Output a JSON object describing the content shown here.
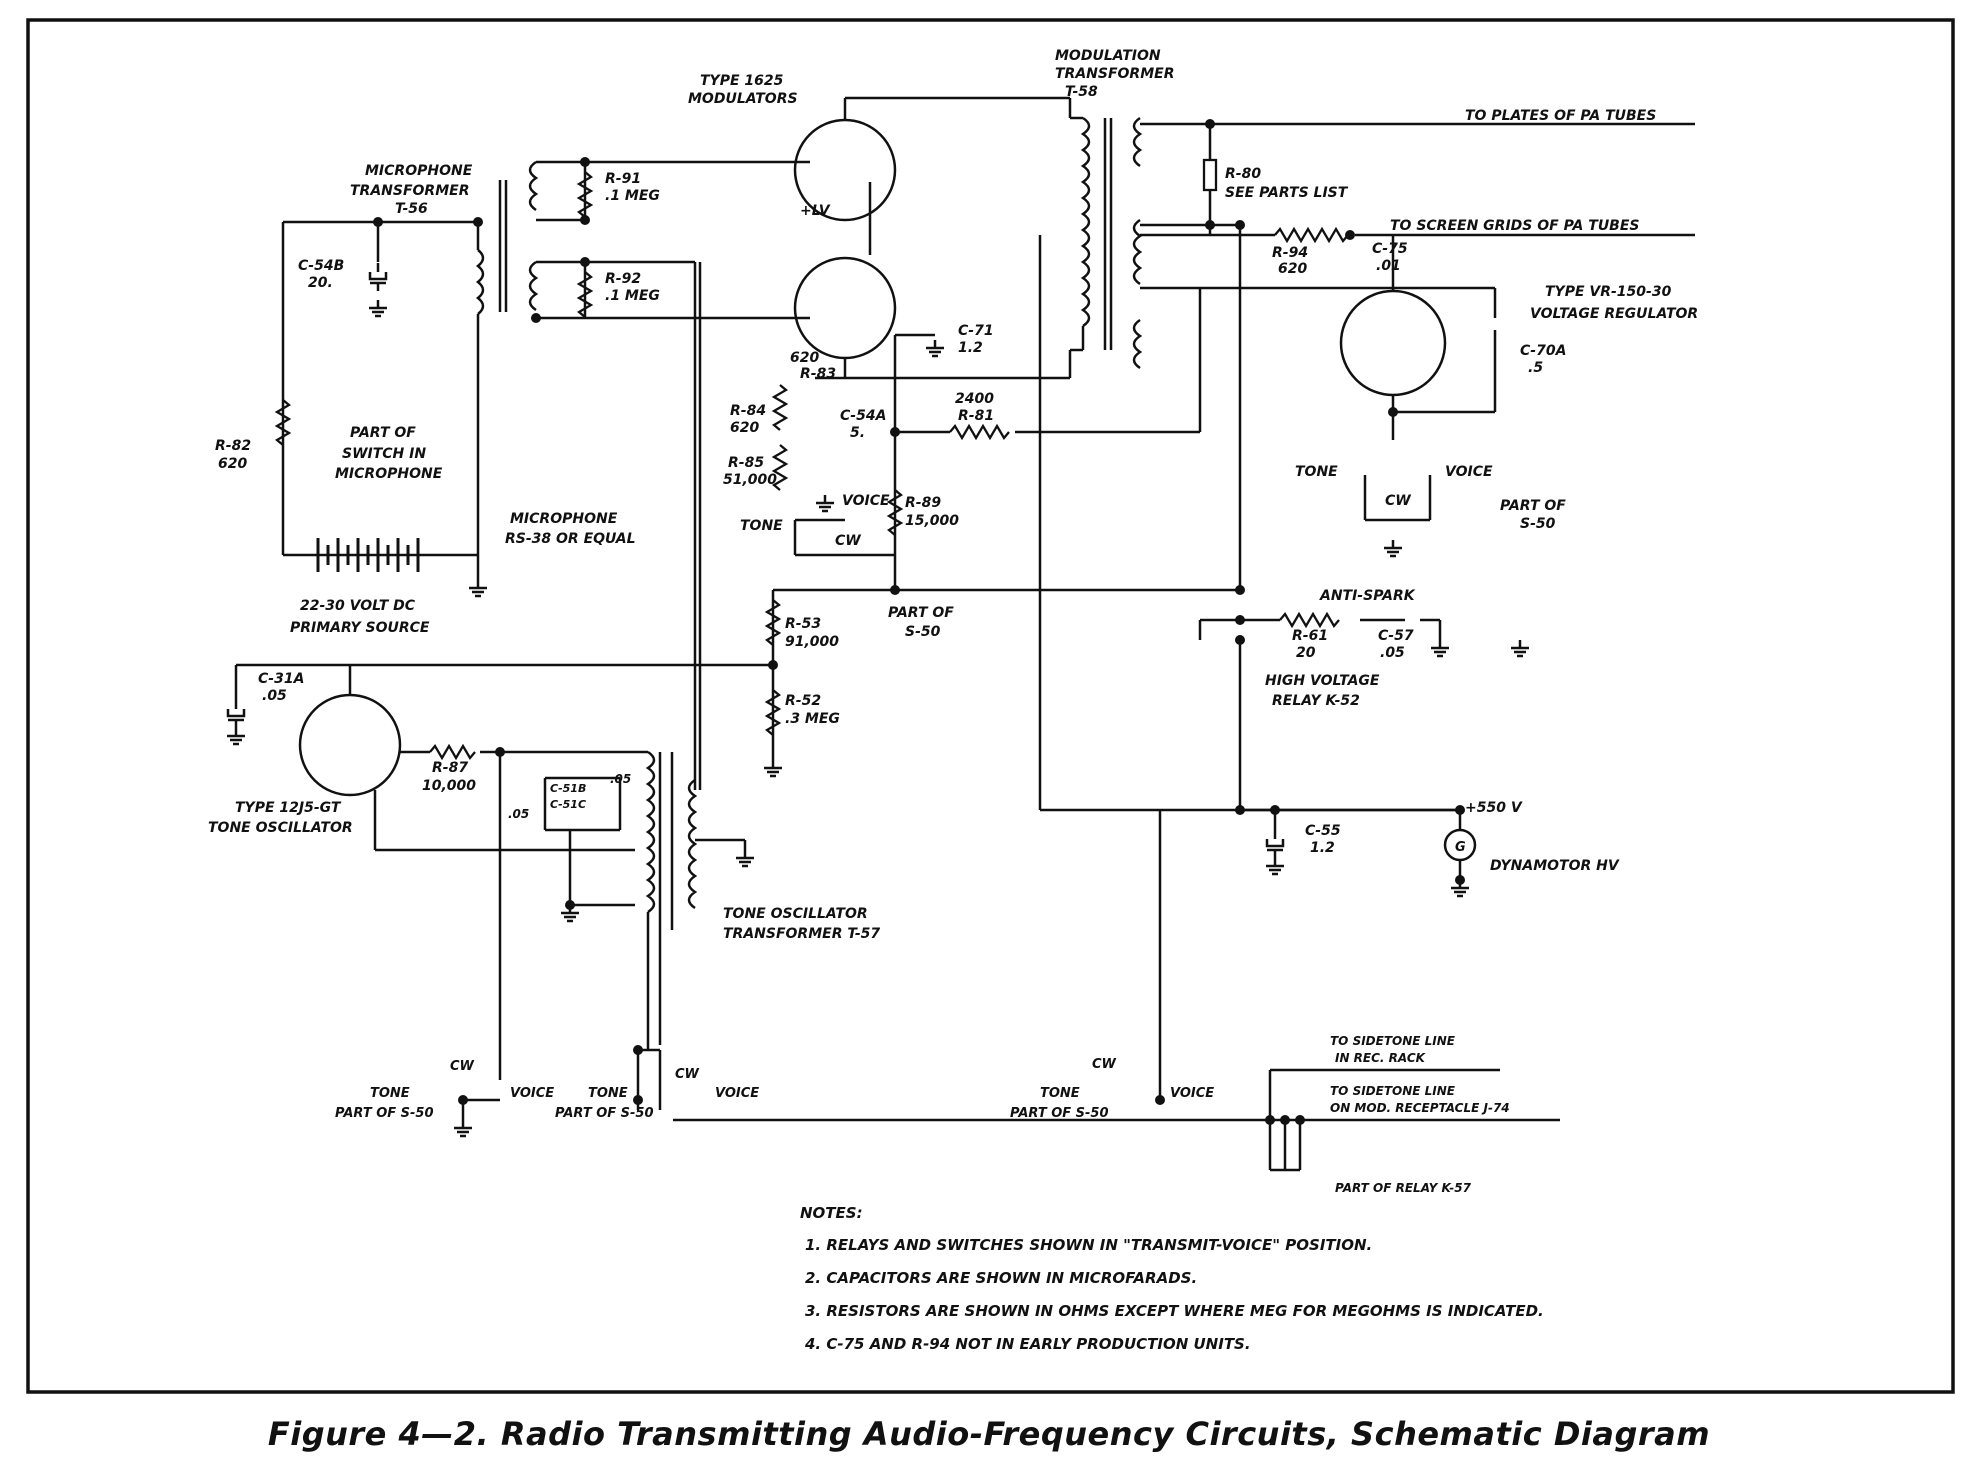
{
  "caption": "Figure 4—2. Radio Transmitting Audio-Frequency Circuits, Schematic Diagram",
  "labels": {
    "type1625": "TYPE 1625",
    "modulators": "MODULATORS",
    "mod_tr1": "MODULATION",
    "mod_tr2": "TRANSFORMER",
    "mod_tr3": "T-58",
    "to_plates": "TO PLATES OF PA TUBES",
    "to_screens": "TO SCREEN GRIDS OF PA TUBES",
    "mic_tr1": "MICROPHONE",
    "mic_tr2": "TRANSFORMER",
    "mic_tr3": "T-56",
    "r91": "R-91",
    "r91v": ".1 MEG",
    "r92": "R-92",
    "r92v": ".1 MEG",
    "r80": "R-80",
    "r80v": "SEE PARTS LIST",
    "r94": "R-94",
    "r94v": "620",
    "c75": "C-75",
    "c75v": ".01",
    "vr1": "TYPE VR-150-30",
    "vr2": "VOLTAGE REGULATOR",
    "c70a": "C-70A",
    "c70av": ".5",
    "c54b": "C-54B",
    "c54bv": "20.",
    "c71": "C-71",
    "c71v": "1.2",
    "lv": "+LV",
    "n620": "620",
    "r83": "R-83",
    "r84": "R-84",
    "r84v": "620",
    "c54a": "C-54A",
    "c54av": "5.",
    "r81a": "2400",
    "r81": "R-81",
    "r85": "R-85",
    "r85v": "51,000",
    "r82": "R-82",
    "r82v": "620",
    "sw1": "PART OF",
    "sw2": "SWITCH IN",
    "sw3": "MICROPHONE",
    "mic1": "MICROPHONE",
    "mic2": "RS-38 OR EQUAL",
    "tone": "TONE",
    "voice": "VOICE",
    "cw": "CW",
    "r89": "R-89",
    "r89v": "15,000",
    "part_of": "PART OF",
    "s50": "S-50",
    "pwr1": "22-30 VOLT DC",
    "pwr2": "PRIMARY SOURCE",
    "r53": "R-53",
    "r53v": "91,000",
    "r52": "R-52",
    "r52v": ".3 MEG",
    "antispark": "ANTI-SPARK",
    "r61": "R-61",
    "r61v": "20",
    "c57": "C-57",
    "c57v": ".05",
    "hv1": "HIGH VOLTAGE",
    "hv2": "RELAY K-52",
    "c31a": "C-31A",
    "c31av": ".05",
    "r87": "R-87",
    "r87v": "10,000",
    "c51b": "C-51B",
    "c51c": "C-51C",
    "v05a": ".05",
    "v05b": ".05",
    "osc1": "TYPE 12J5-GT",
    "osc2": "TONE OSCILLATOR",
    "tot1": "TONE OSCILLATOR",
    "tot2": "TRANSFORMER T-57",
    "v550": "+550 V",
    "c55": "C-55",
    "c55v": "1.2",
    "dyna": "DYNAMOTOR HV",
    "gen": "G",
    "side1a": "TO SIDETONE LINE",
    "side1b": "IN REC. RACK",
    "side2a": "TO SIDETONE LINE",
    "side2b": "ON MOD. RECEPTACLE J-74",
    "k57": "PART OF RELAY K-57",
    "s50_1": "PART OF S-50",
    "s50_2": "PART OF S-50",
    "s50_3": "PART OF S-50",
    "notes_title": "NOTES:",
    "note1": "1. RELAYS AND SWITCHES SHOWN IN \"TRANSMIT-VOICE\" POSITION.",
    "note2": "2. CAPACITORS ARE SHOWN IN MICROFARADS.",
    "note3": "3. RESISTORS ARE SHOWN IN OHMS EXCEPT WHERE MEG FOR MEGOHMS IS INDICATED.",
    "note4": "4. C-75 AND R-94 NOT IN EARLY PRODUCTION UNITS."
  }
}
